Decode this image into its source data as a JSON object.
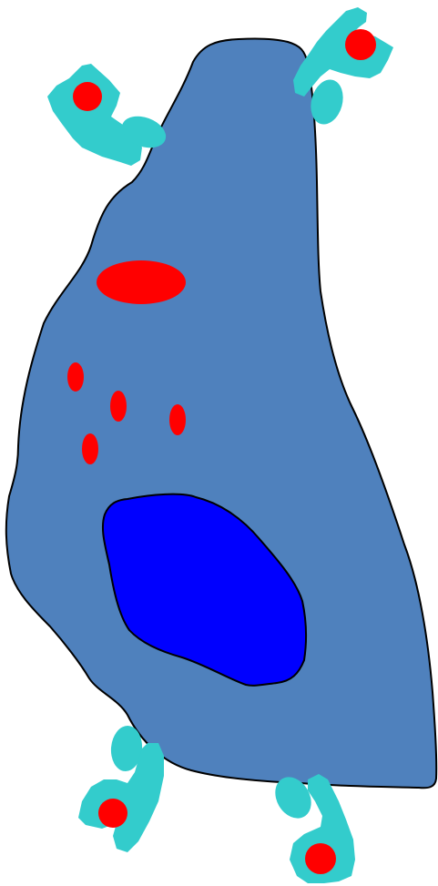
{
  "diagram": {
    "colors": {
      "background": "#ffffff",
      "cell_body": "#4f81bd",
      "outline": "#000000",
      "nucleus": "#0000ff",
      "red_marker": "#ff0000",
      "receptor": "#33cccc"
    },
    "elements": [
      "cell-body",
      "nucleus",
      "large-red-vesicle",
      "small-red-vesicle-1",
      "small-red-vesicle-2",
      "small-red-vesicle-3",
      "small-red-vesicle-4",
      "receptor-complex-top-left",
      "receptor-complex-top-right",
      "receptor-complex-bottom-left",
      "receptor-complex-bottom-right"
    ]
  }
}
